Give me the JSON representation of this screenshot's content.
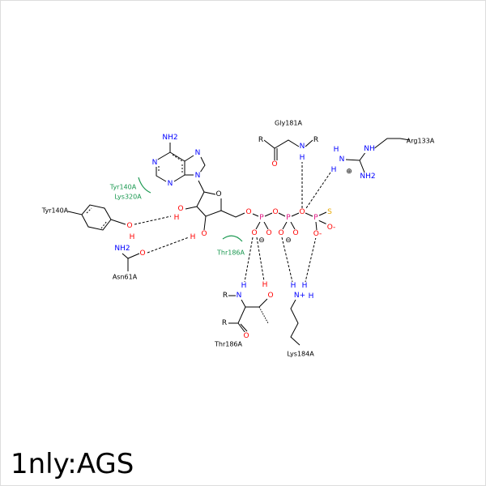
{
  "title": "1nly:AGS",
  "residues": {
    "gly181": "Gly181A",
    "arg133": "Arg133A",
    "tyr140_hb": "Tyr140A",
    "tyr140_hyd": "Tyr140A",
    "lys320": "Lys320A",
    "asn61": "Asn61A",
    "thr186_hyd": "Thr186A",
    "thr186_hb": "Thr186A",
    "lys184": "Lys184A"
  },
  "atom_labels": [
    "NH2",
    "N",
    "N",
    "N",
    "N",
    "O",
    "O",
    "H",
    "O",
    "H",
    "O",
    "P",
    "O",
    "P",
    "O",
    "P",
    "S",
    "O-",
    "O-",
    "O",
    "O",
    "⊖",
    "O",
    "O",
    "⊖",
    "O",
    "H",
    "NH2",
    "O",
    "R",
    "O",
    "N",
    "R",
    "H",
    "H",
    "N",
    "H",
    "NH",
    "⊕",
    "NH2",
    "R",
    "N",
    "H",
    "R",
    "O",
    "O",
    "H",
    "H",
    "H",
    "N+",
    "H"
  ],
  "colors": {
    "carbon": "#000000",
    "nitrogen": "#0000ff",
    "oxygen": "#ff0000",
    "phosphorus": "#e0107f",
    "sulfur": "#e6a800",
    "hydrophobic": "#1a9850"
  }
}
